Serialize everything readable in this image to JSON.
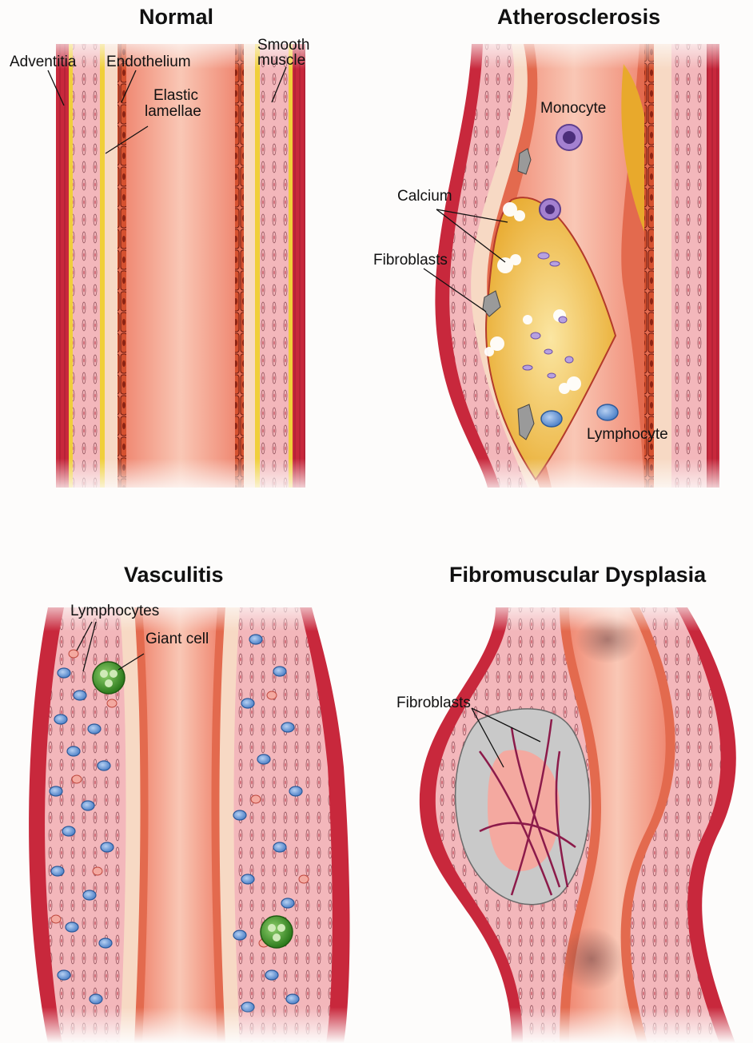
{
  "panels": {
    "normal": {
      "title": "Normal",
      "labels": {
        "adventitia": "Adventitia",
        "endothelium": "Endothelium",
        "smooth_muscle_1": "Smooth",
        "smooth_muscle_2": "muscle",
        "elastic_lamellae_1": "Elastic",
        "elastic_lamellae_2": "lamellae"
      }
    },
    "atherosclerosis": {
      "title": "Atherosclerosis",
      "labels": {
        "monocyte": "Monocyte",
        "calcium": "Calcium",
        "fibroblasts": "Fibroblasts",
        "lymphocyte": "Lymphocyte"
      }
    },
    "vasculitis": {
      "title": "Vasculitis",
      "labels": {
        "lymphocytes": "Lymphocytes",
        "giant_cell": "Giant cell"
      }
    },
    "fmd": {
      "title": "Fibromuscular Dysplasia",
      "labels": {
        "fibroblasts": "Fibroblasts"
      }
    }
  },
  "colors": {
    "adventitia": "#c8283c",
    "media": "#f2b3b8",
    "lumen": "#f4a08a",
    "elastic": "#f0cf3a",
    "endothelium": "#c9432a",
    "plaque": "#f2c14e",
    "lymphocyte": "#6b9bd8",
    "giant_cell": "#3f9a2a",
    "monocyte": "#8a62b8"
  }
}
